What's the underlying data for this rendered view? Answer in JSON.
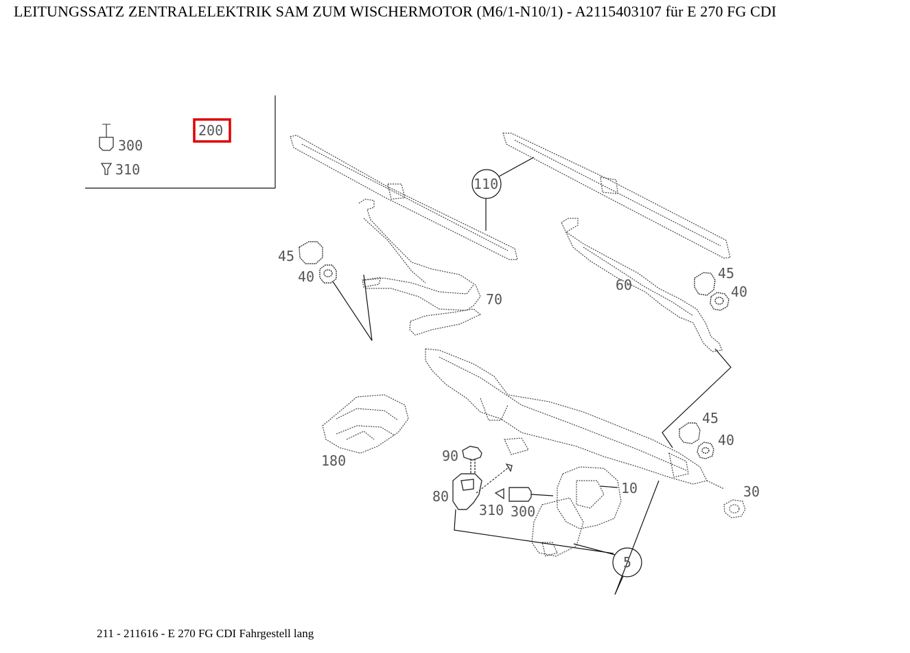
{
  "title": "LEITUNGSSATZ ZENTRALELEKTRIK SAM ZUM WISCHERMOTOR (M6/1-N10/1) - A2115403107 für E 270 FG CDI",
  "footer": "211 - 211616 - E 270 FG CDI Fahrgestell lang",
  "highlight_color": "#e00000",
  "legend": {
    "highlighted_part": "200",
    "items": [
      "300",
      "310"
    ]
  },
  "labels": {
    "p110": "110",
    "p45a": "45",
    "p40a": "40",
    "p70": "70",
    "p60": "60",
    "p45b": "45",
    "p40b": "40",
    "p45c": "45",
    "p40c": "40",
    "p180": "180",
    "p90": "90",
    "p80": "80",
    "p310": "310",
    "p300": "300",
    "p10": "10",
    "p30": "30",
    "p5": "5"
  }
}
